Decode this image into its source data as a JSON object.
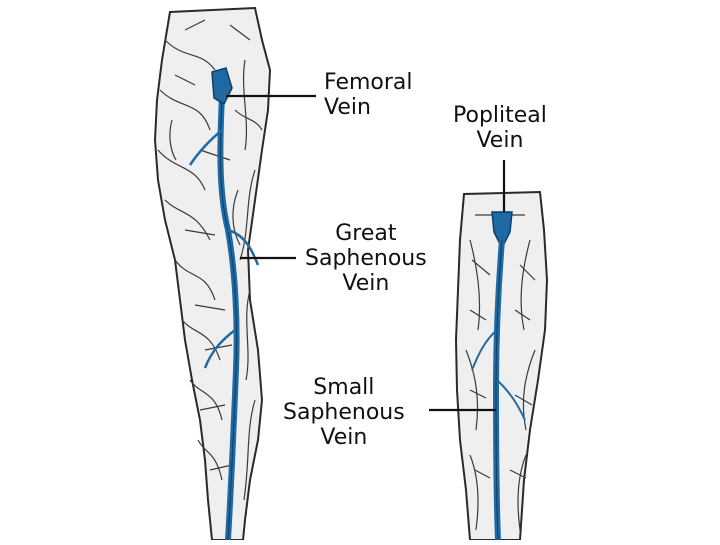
{
  "labels": {
    "femoral": [
      "Femoral",
      "Vein"
    ],
    "popliteal": [
      "Popliteal",
      "Vein"
    ],
    "great_saphenous": [
      "Great",
      "Saphenous",
      "Vein"
    ],
    "small_saphenous": [
      "Small",
      "Saphenous",
      "Vein"
    ]
  },
  "colors": {
    "vein_blue": "#1f6aa5",
    "vein_dark": "#0f3d63",
    "outline": "#2a2a2a",
    "skin_shade": "#e9e9e9",
    "leader": "#111111"
  }
}
